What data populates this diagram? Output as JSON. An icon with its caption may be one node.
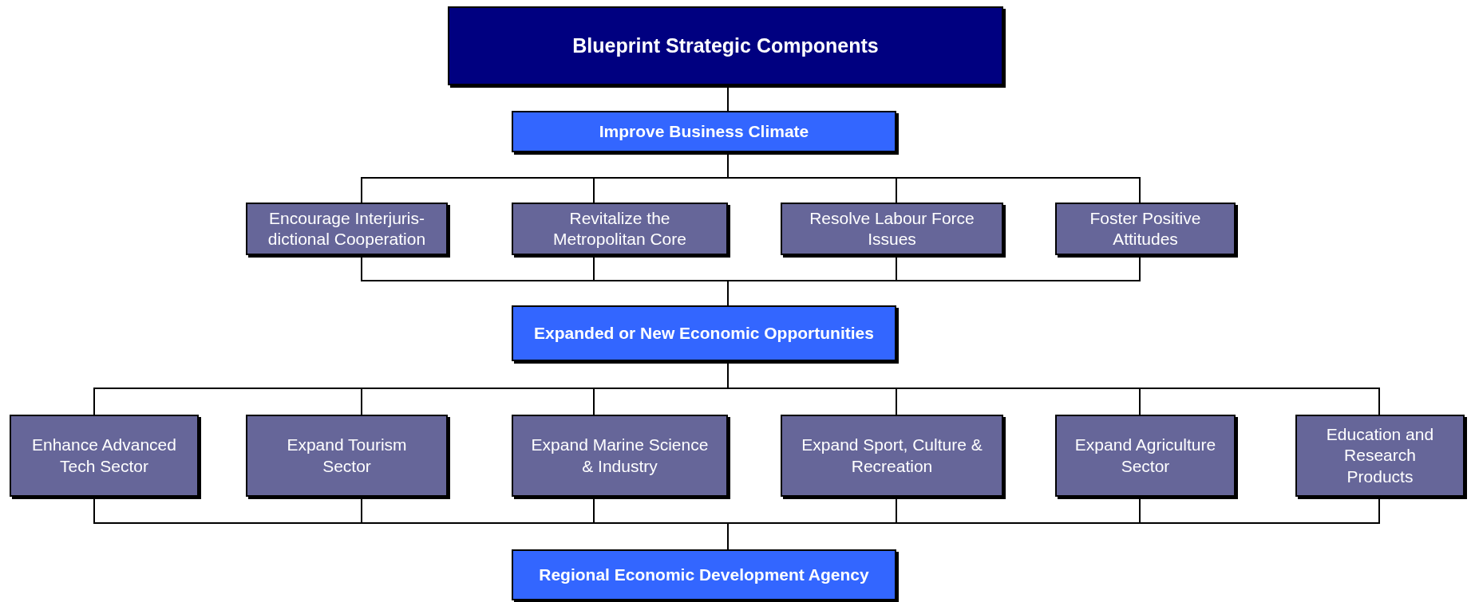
{
  "diagram": {
    "nodes": [
      {
        "text": [
          "Blueprint Strategic Components"
        ]
      },
      {
        "text": [
          "Improve Business Climate"
        ]
      },
      {
        "text": [
          "Encourage Interjuris-dictional Cooperation"
        ]
      },
      {
        "text": [
          "Revitalize the Metropolitan Core"
        ]
      },
      {
        "text": [
          "Resolve Labour Force Issues"
        ]
      },
      {
        "text": [
          "Foster Positive Attitudes"
        ]
      },
      {
        "text": [
          "Expanded or New Economic Opportunities"
        ]
      },
      {
        "text": [
          "Enhance Advanced Tech Sector"
        ]
      },
      {
        "text": [
          "Expand Tourism Sector"
        ]
      },
      {
        "text": [
          "Expand Marine Science & Industry"
        ]
      },
      {
        "text": [
          "Expand Sport, Culture & Recreation"
        ]
      },
      {
        "text": [
          "Expand Agriculture Sector"
        ]
      },
      {
        "text": [
          "Education and Research Products"
        ]
      },
      {
        "text": [
          "Regional Economic Development Agency"
        ]
      }
    ],
    "edges": [
      {
        "from": 0,
        "to": 1,
        "arrow": "none"
      },
      {
        "from": 1,
        "to": 2,
        "arrow": "none"
      },
      {
        "from": 1,
        "to": 3,
        "arrow": "none"
      },
      {
        "from": 1,
        "to": 4,
        "arrow": "none"
      },
      {
        "from": 1,
        "to": 5,
        "arrow": "none"
      },
      {
        "from": 2,
        "to": 6,
        "arrow": "none"
      },
      {
        "from": 3,
        "to": 6,
        "arrow": "none"
      },
      {
        "from": 4,
        "to": 6,
        "arrow": "none"
      },
      {
        "from": 5,
        "to": 6,
        "arrow": "none"
      },
      {
        "from": 6,
        "to": 7,
        "arrow": "none"
      },
      {
        "from": 6,
        "to": 8,
        "arrow": "none"
      },
      {
        "from": 6,
        "to": 9,
        "arrow": "none"
      },
      {
        "from": 6,
        "to": 10,
        "arrow": "none"
      },
      {
        "from": 6,
        "to": 11,
        "arrow": "none"
      },
      {
        "from": 6,
        "to": 12,
        "arrow": "none"
      },
      {
        "from": 7,
        "to": 13,
        "arrow": "none"
      },
      {
        "from": 8,
        "to": 13,
        "arrow": "none"
      },
      {
        "from": 9,
        "to": 13,
        "arrow": "none"
      },
      {
        "from": 10,
        "to": 13,
        "arrow": "none"
      },
      {
        "from": 11,
        "to": 13,
        "arrow": "none"
      },
      {
        "from": 12,
        "to": 13,
        "arrow": "none"
      }
    ]
  }
}
